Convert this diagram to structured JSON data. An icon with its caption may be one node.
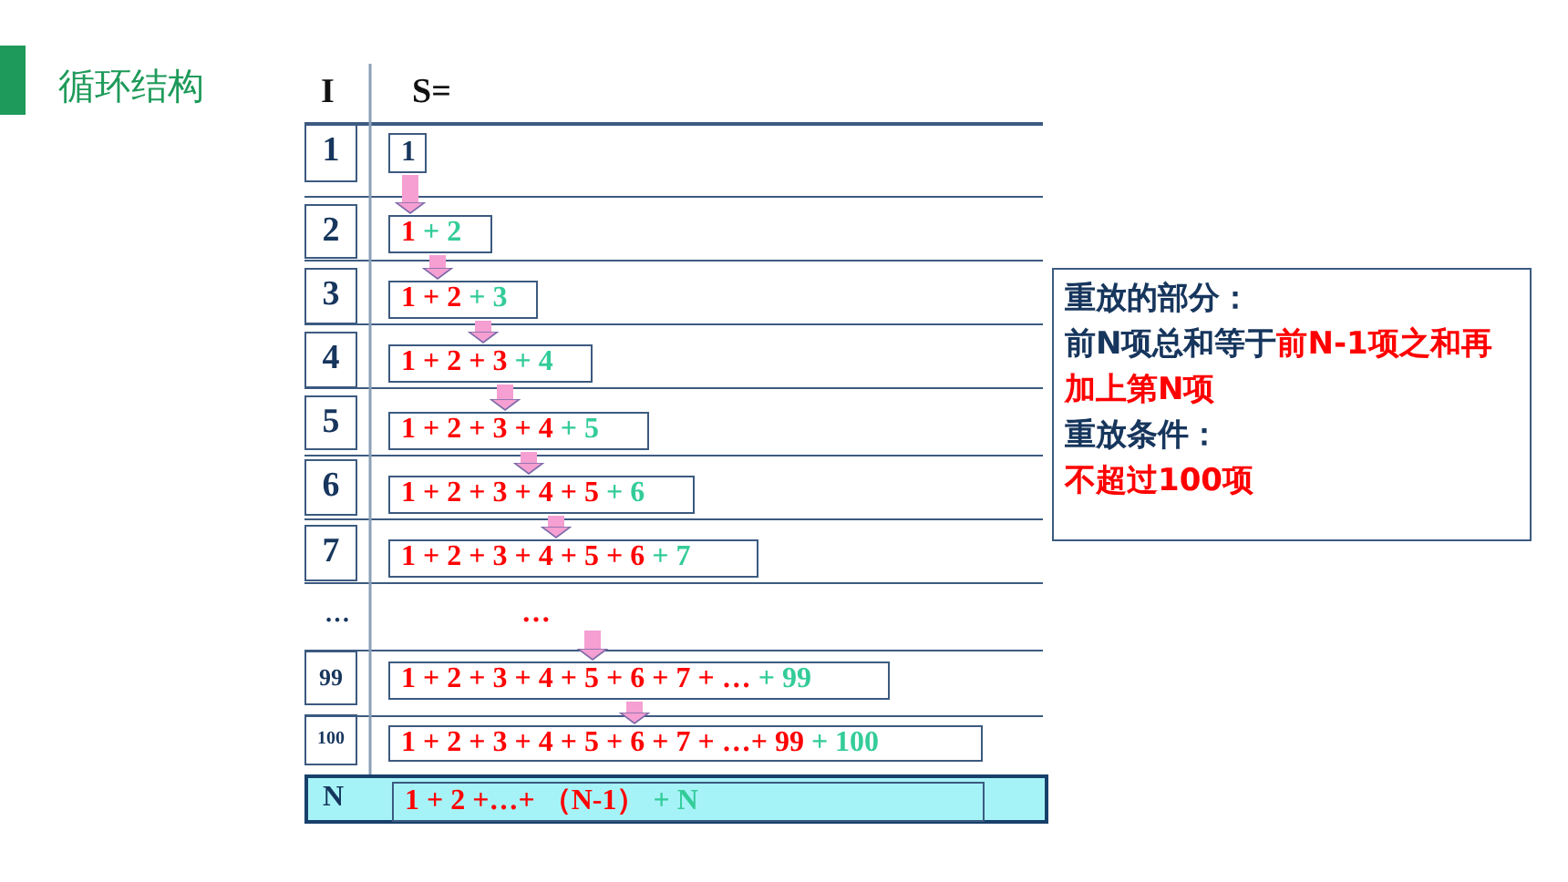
{
  "diagram": {
    "title": "循环结构",
    "nodes": [
      {
        "text": [
          "1"
        ]
      },
      {
        "text": [
          "1"
        ]
      },
      {
        "text": [
          "2"
        ]
      },
      {
        "text": [
          "1",
          "+ 2"
        ]
      },
      {
        "text": [
          "3"
        ]
      },
      {
        "text": [
          "1 + 2",
          "+ 3"
        ]
      },
      {
        "text": [
          "4"
        ]
      },
      {
        "text": [
          "1 + 2 + 3",
          "+ 4"
        ]
      },
      {
        "text": [
          "5"
        ]
      },
      {
        "text": [
          "1 + 2 + 3 + 4",
          "+ 5"
        ]
      },
      {
        "text": [
          "6"
        ]
      },
      {
        "text": [
          "1 + 2 + 3 + 4 + 5",
          "+ 6"
        ]
      },
      {
        "text": [
          "7"
        ]
      },
      {
        "text": [
          "1 + 2 + 3 + 4 + 5 + 6",
          "+ 7"
        ]
      },
      {
        "text": [
          "99"
        ]
      },
      {
        "text": [
          "1 + 2 + 3 + 4 + 5 + 6 + 7 + …",
          "+ 99"
        ]
      },
      {
        "text": [
          "100"
        ]
      },
      {
        "text": [
          "1 + 2 + 3 + 4 + 5 + 6 + 7 + …+ 99",
          "+ 100"
        ]
      },
      {
        "text": [
          "N"
        ]
      },
      {
        "text": [
          "1 + 2 +…+ （N-1）",
          "+ N"
        ],
        "in": 18
      },
      {
        "text": [
          "重放的部分：",
          "前N项总和等于",
          "前N-1项之和再加上第N项",
          "重放条件：",
          "不超过100项"
        ]
      }
    ],
    "edges": [
      {
        "from": 1,
        "to": 3,
        "arrow": "to"
      },
      {
        "from": 3,
        "to": 5,
        "arrow": "to"
      },
      {
        "from": 5,
        "to": 7,
        "arrow": "to"
      },
      {
        "from": 7,
        "to": 9,
        "arrow": "to"
      },
      {
        "from": 9,
        "to": 11,
        "arrow": "to"
      },
      {
        "from": 11,
        "to": 13,
        "arrow": "to"
      },
      {
        "from": null,
        "to": 15,
        "arrow": "to"
      },
      {
        "from": 15,
        "to": 17,
        "arrow": "to"
      }
    ],
    "labels": [
      "I",
      "S=",
      "…",
      "…"
    ]
  }
}
